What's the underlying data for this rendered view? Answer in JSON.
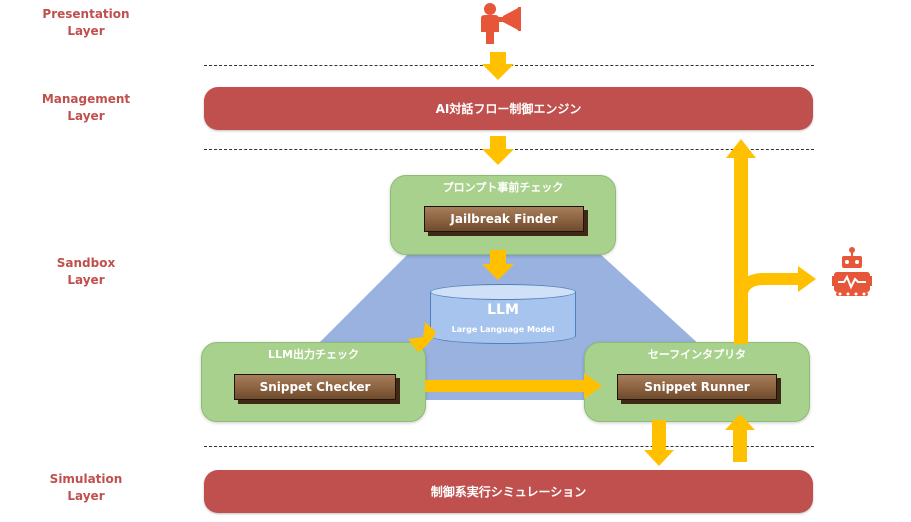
{
  "layers": {
    "presentation": [
      "Presentation",
      "Layer"
    ],
    "management": [
      "Management",
      "Layer"
    ],
    "sandbox": [
      "Sandbox",
      "Layer"
    ],
    "simulation": [
      "Simulation",
      "Layer"
    ]
  },
  "management_bar": "AI対話フロー制御エンジン",
  "simulation_bar": "制御系実行シミュレーション",
  "prompt_check": {
    "title": "プロンプト事前チェック",
    "module": "Jailbreak Finder"
  },
  "llm": {
    "title": "LLM",
    "subtitle": "Large Language Model"
  },
  "output_check": {
    "title": "LLM出力チェック",
    "module": "Snippet Checker"
  },
  "interpreter": {
    "title": "セーフインタプリタ",
    "module": "Snippet Runner"
  },
  "colors": {
    "layer_red": "#c0504d",
    "box_green": "#a9d18e",
    "arrow_yellow": "#ffc000",
    "sandbox_blue": "#8eaadb",
    "icon_orange": "#e8563a"
  },
  "icons": {
    "user": "megaphone-user-icon",
    "robot": "robot-icon"
  }
}
